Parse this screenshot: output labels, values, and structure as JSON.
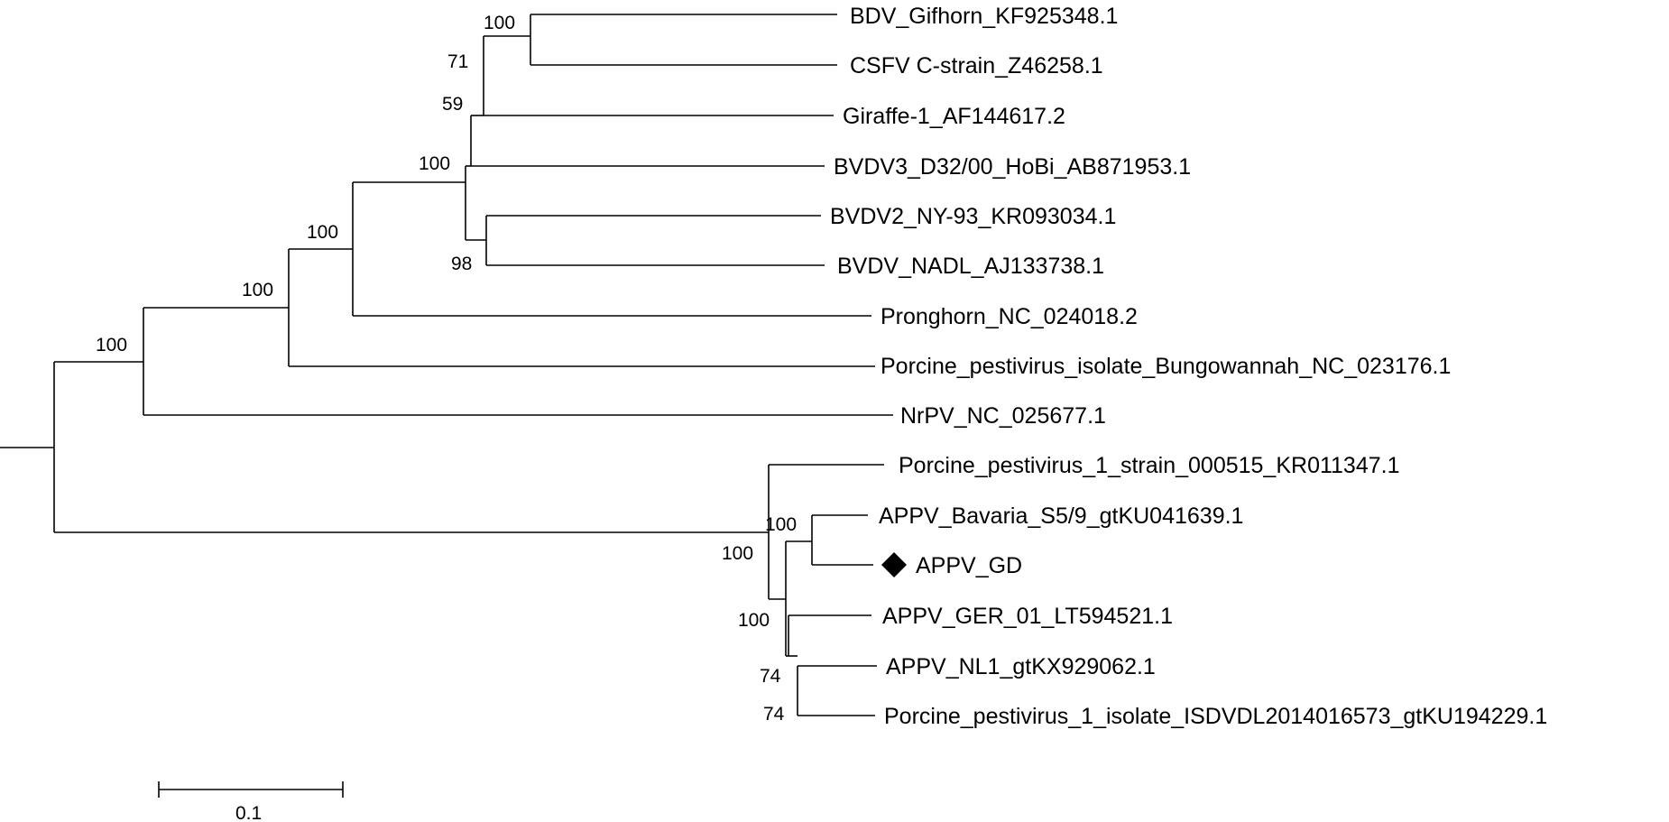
{
  "colors": {
    "branch": "#000000",
    "background": "#ffffff",
    "marker": "#000000"
  },
  "taxa": {
    "t1": "BDV_Gifhorn_KF925348.1",
    "t2": "CSFV C-strain_Z46258.1",
    "t3": "Giraffe-1_AF144617.2",
    "t4": "BVDV3_D32/00_HoBi_AB871953.1",
    "t5": "BVDV2_NY-93_KR093034.1",
    "t6": "BVDV_NADL_AJ133738.1",
    "t7": "Pronghorn_NC_024018.2",
    "t8": "Porcine_pestivirus_isolate_Bungowannah_NC_023176.1",
    "t9": "NrPV_NC_025677.1",
    "t10": "Porcine_pestivirus_1_strain_000515_KR011347.1",
    "t11": "APPV_Bavaria_S5/9_gtKU041639.1",
    "t12": "APPV_GD",
    "t13": "APPV_GER_01_LT594521.1",
    "t14": "APPV_NL1_gtKX929062.1",
    "t15": "Porcine_pestivirus_1_isolate_ISDVDL2014016573_gtKU194229.1"
  },
  "support": {
    "bdv_csfv": "100",
    "csfv_giraffe": "71",
    "giraffe_clade": "59",
    "bvdv_clade": "100",
    "bvdv2_nadl": "98",
    "pronghorn_clade": "100",
    "bungowannah_clade": "100",
    "nrpv_clade": "100",
    "appv_bavaria_gd": "100",
    "appv_clade": "100",
    "appv_ger_clade": "100",
    "appv_nl1_a": "74",
    "appv_nl1_b": "74"
  },
  "highlight": {
    "taxon": "APPV_GD",
    "marker_icon": "filled-diamond-icon"
  },
  "scale_bar": {
    "label": "0.1",
    "length": 0.1
  }
}
